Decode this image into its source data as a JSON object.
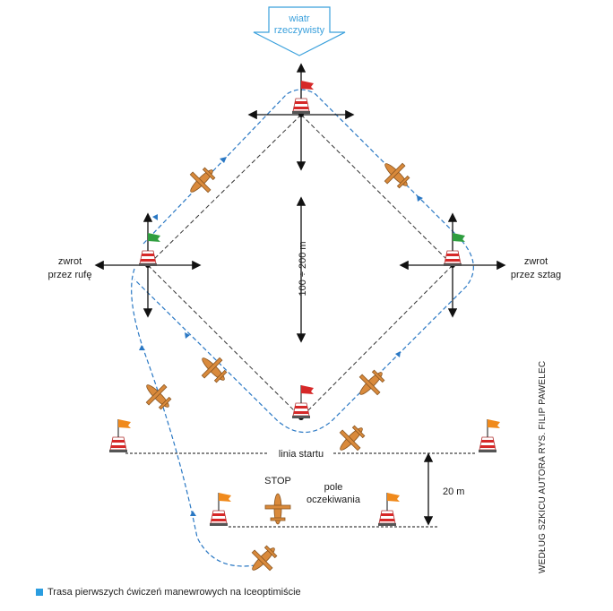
{
  "wind": {
    "line1": "wiatr",
    "line2": "rzeczywisty"
  },
  "labels": {
    "left_turn_1": "zwrot",
    "left_turn_2": "przez rufę",
    "right_turn_1": "zwrot",
    "right_turn_2": "przez sztag",
    "distance": "100 ÷ 200 m",
    "start_line": "linia startu",
    "stop": "STOP",
    "waiting_1": "pole",
    "waiting_2": "oczekiwania",
    "gap": "20 m"
  },
  "caption": "Trasa pierwszych ćwiczeń manewrowych na Iceoptimiście",
  "credit": "WEDŁUG SZKICU AUTORA RYS. FILIP PAWELEC",
  "colors": {
    "route": "#2a78c4",
    "boat": "#d98a3c",
    "flag_red": "#d62828",
    "flag_green": "#2f9e3f",
    "flag_orange": "#f08a1c",
    "wind": "#3aa0dc"
  }
}
